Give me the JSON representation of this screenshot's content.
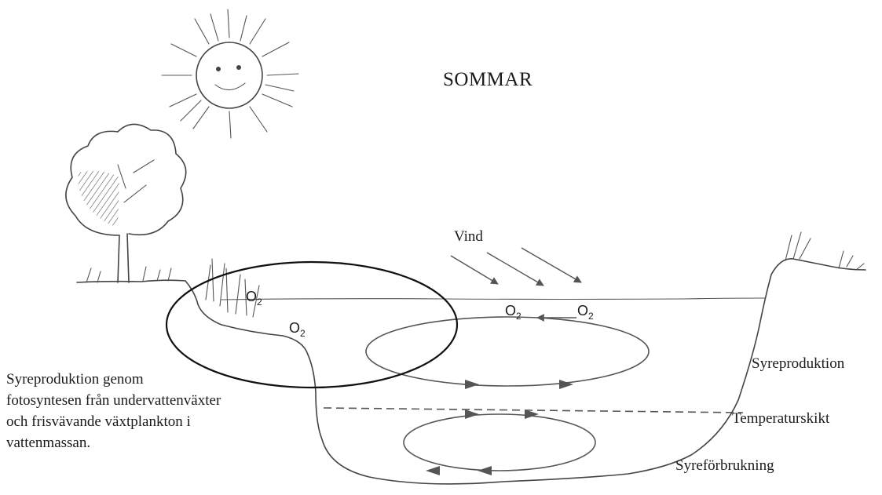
{
  "title": "SOMMAR",
  "wind_label": "Vind",
  "oxygen_symbol": {
    "base": "O",
    "subscript": "2"
  },
  "left_note": {
    "lines": [
      "Syreproduktion genom",
      "fotosyntesen från undervattenväxter",
      "och frisvävande växtplankton i",
      "vattenmassan."
    ]
  },
  "zone_labels": {
    "production": "Syreproduktion",
    "thermocline": "Temperaturskikt",
    "consumption": "Syreförbrukning"
  },
  "icons": [
    "sun-icon",
    "tree-icon",
    "grass-icon"
  ],
  "colors": {
    "ink": "#444444",
    "text": "#1a1a1a",
    "background": "#ffffff"
  }
}
